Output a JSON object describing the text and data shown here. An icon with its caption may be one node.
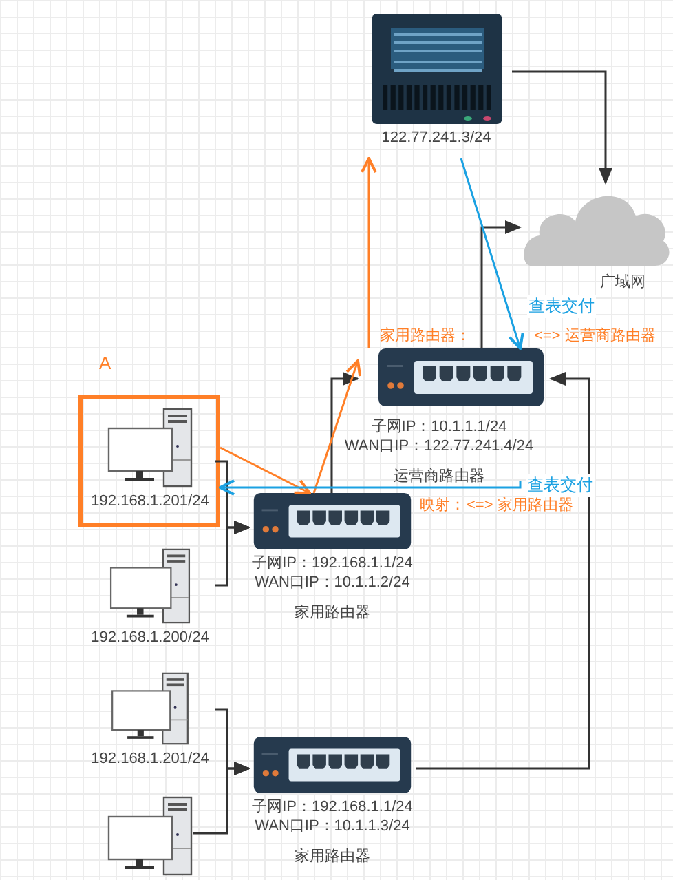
{
  "diagram": {
    "nodes": [
      {
        "text": [
          "122.77.241.3/24"
        ]
      },
      {
        "text": [
          "广域网"
        ]
      },
      {
        "text": [
          "子网IP：10.1.1.1/24",
          "WAN口IP：122.77.241.4/24",
          "运营商路由器"
        ]
      },
      {
        "text": [
          "子网IP：192.168.1.1/24",
          "WAN口IP：10.1.1.2/24",
          "家用路由器"
        ]
      },
      {
        "text": [
          "A"
        ]
      },
      {
        "text": [
          "192.168.1.201/24"
        ],
        "in": 4
      },
      {
        "text": [
          "192.168.1.200/24"
        ]
      },
      {
        "text": [
          "192.168.1.201/24"
        ]
      },
      {
        "text": [],
        "shape": "computer"
      },
      {
        "text": [
          "子网IP：192.168.1.1/24",
          "WAN口IP：10.1.1.3/24",
          "家用路由器"
        ]
      }
    ],
    "edges": [
      {
        "from": 0,
        "to": 1,
        "arrow": "to"
      },
      {
        "from": 2,
        "to": 1,
        "arrow": "to"
      },
      {
        "from": 3,
        "to": 2,
        "arrow": "to"
      },
      {
        "from": 9,
        "to": 2,
        "arrow": "to"
      },
      {
        "from": 5,
        "to": 3,
        "arrow": "to"
      },
      {
        "from": 6,
        "to": 3,
        "arrow": "to"
      },
      {
        "from": 7,
        "to": 9,
        "arrow": "to"
      },
      {
        "from": 8,
        "to": 9,
        "arrow": "to"
      },
      {
        "from": 4,
        "to": 3,
        "arrow": "to",
        "color": "#ff7f27"
      },
      {
        "from": 3,
        "to": 2,
        "arrow": "to",
        "color": "#ff7f27"
      },
      {
        "from": 2,
        "to": 0,
        "arrow": "to",
        "color": "#ff7f27"
      },
      {
        "from": 0,
        "to": 2,
        "arrow": "to",
        "label": "查表交付",
        "color": "#1ba1e2"
      },
      {
        "from": 2,
        "to": 4,
        "arrow": "to",
        "label": "查表交付",
        "color": "#1ba1e2"
      }
    ],
    "labels": [
      "家用路由器：",
      "<=> 运营商路由器",
      "映射：",
      "<=> 家用路由器"
    ]
  }
}
